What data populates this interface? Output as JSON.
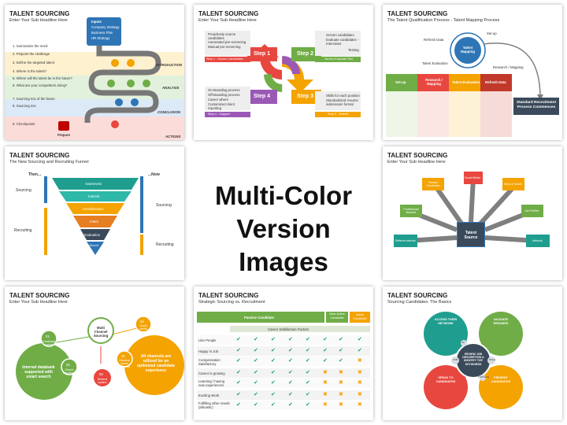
{
  "center": {
    "line1": "Multi-Color",
    "line2": "Version Images"
  },
  "slides": [
    {
      "title": "TALENT SOURCING",
      "subtitle": "Enter Your Sub Headline Here",
      "top_card": [
        "Inputs",
        "Company Strategy",
        "Business Plan",
        "HR Strategy"
      ],
      "steps": [
        "1. Summarize the need",
        "2. Pinpoint the challenge",
        "3. Define the targeted talent",
        "4. Where is the talent?",
        "5. Where will the talent be in the future?",
        "6. What are your competitors doing?",
        "7. Sourcing mix of the future",
        "8. Sourcing mix",
        "9. Checkpoints"
      ],
      "bands": [
        "INTRODUCTION",
        "ANALYSIS",
        "CONCLUSION",
        "ACTIONS"
      ],
      "end_label": "Prepare"
    },
    {
      "title": "TALENT SOURCING",
      "subtitle": "Enter Your Sub Headline Here",
      "steps": [
        "Step 1",
        "Step 2",
        "Step 3",
        "Step 4"
      ],
      "bullets1": [
        "Proactively source candidates",
        "Automated pre-screening",
        "Manual pre-screening"
      ],
      "bullets2": [
        "Screen candidates",
        "Evaluate candidates - Interviews",
        "Testing"
      ],
      "bullets3": [
        "Skills for each position",
        "Standardized resume submission format"
      ],
      "bullets4": [
        "On-Boarding process",
        "Off-Boarding process",
        "Career where",
        "Customized client reporting"
      ],
      "bars": [
        "Step 1 - Source Candidates",
        "Screen Evaluate Test",
        "Step 3 - Submit",
        "Step 4 - Support"
      ]
    },
    {
      "title": "TALENT SOURCING",
      "subtitle": "The Talent Qualification Process - Talent Mapping Process",
      "circle": "Talent Mapping",
      "labels": [
        "Set-up",
        "Research / Mapping",
        "Talent Evaluation",
        "Refresh Data"
      ],
      "cols": [
        "Set-up",
        "Research / Mapping",
        "Talent Evaluation",
        "Refresh Data"
      ],
      "result": "Standard Recruitment Process Commences"
    },
    {
      "title": "TALENT SOURCING",
      "subtitle": "The New Sourcing and Recruiting Funnel",
      "then": "Then...",
      "now": "...Now",
      "funnel": [
        "Awareness",
        "Interest",
        "Consideration",
        "Intent",
        "Evaluation",
        "Recruit"
      ],
      "side": [
        "Sourcing",
        "Recruiting",
        "Sourcing",
        "Recruiting"
      ]
    },
    {
      "title": "TALENT SOURCING",
      "subtitle": "Enter Your Sub Headline Here",
      "hub": "Talent Source",
      "nodes": [
        "Social Media",
        "Passive Candidates",
        "Word of Mouth",
        "Professional Network",
        "Job Profiles",
        "Referral network",
        "Network"
      ]
    },
    {
      "title": "TALENT SOURCING",
      "subtitle": "Enter Your Sub Headline Here",
      "circles": [
        "Multi Channel Sourcing",
        "Internal databank supported with smart search",
        "Candidate portal",
        "Search algorithms",
        "Referral system",
        "Social media channels",
        "Classical career networks",
        "All channels are utilized for an optimized candidate experience"
      ],
      "nums": [
        "01",
        "02",
        "03",
        "04",
        "05"
      ]
    },
    {
      "title": "TALENT SOURCING",
      "subtitle": "Strategic Sourcing vs. Recruitment",
      "headers": [
        "Passive Candidate",
        "Near-Active Candidate",
        "Active Candidate"
      ],
      "factor_title": "Career Satisfaction Factors",
      "rows": [
        "Like People",
        "Happy in Job",
        "Compensation Satisfactory",
        "Career is growing",
        "Learning / having new experiences",
        "Exciting Work",
        "Fulfilling other needs (altruistic)"
      ]
    },
    {
      "title": "TALENT SOURCING",
      "subtitle": "Sourcing Candidates: The Basics",
      "center": "REVIEW JOB DESCRIPTION & IDENTIFY TOP KEYWORDS",
      "quads": [
        "ACCESS THEIR NETWORK",
        "VALIDATE RESUMES",
        "SPEAK TO CANDIDATES",
        "PRESENT CANDIDATES"
      ],
      "small": [
        "JOB",
        "ROLE",
        "JD",
        "TOP KEYS"
      ]
    }
  ],
  "colors": {
    "blue": "#2e75b6",
    "green": "#70ad47",
    "orange": "#f4a300",
    "red": "#e8473f",
    "gray": "#7f7f7f",
    "teal": "#1f9e8f"
  }
}
